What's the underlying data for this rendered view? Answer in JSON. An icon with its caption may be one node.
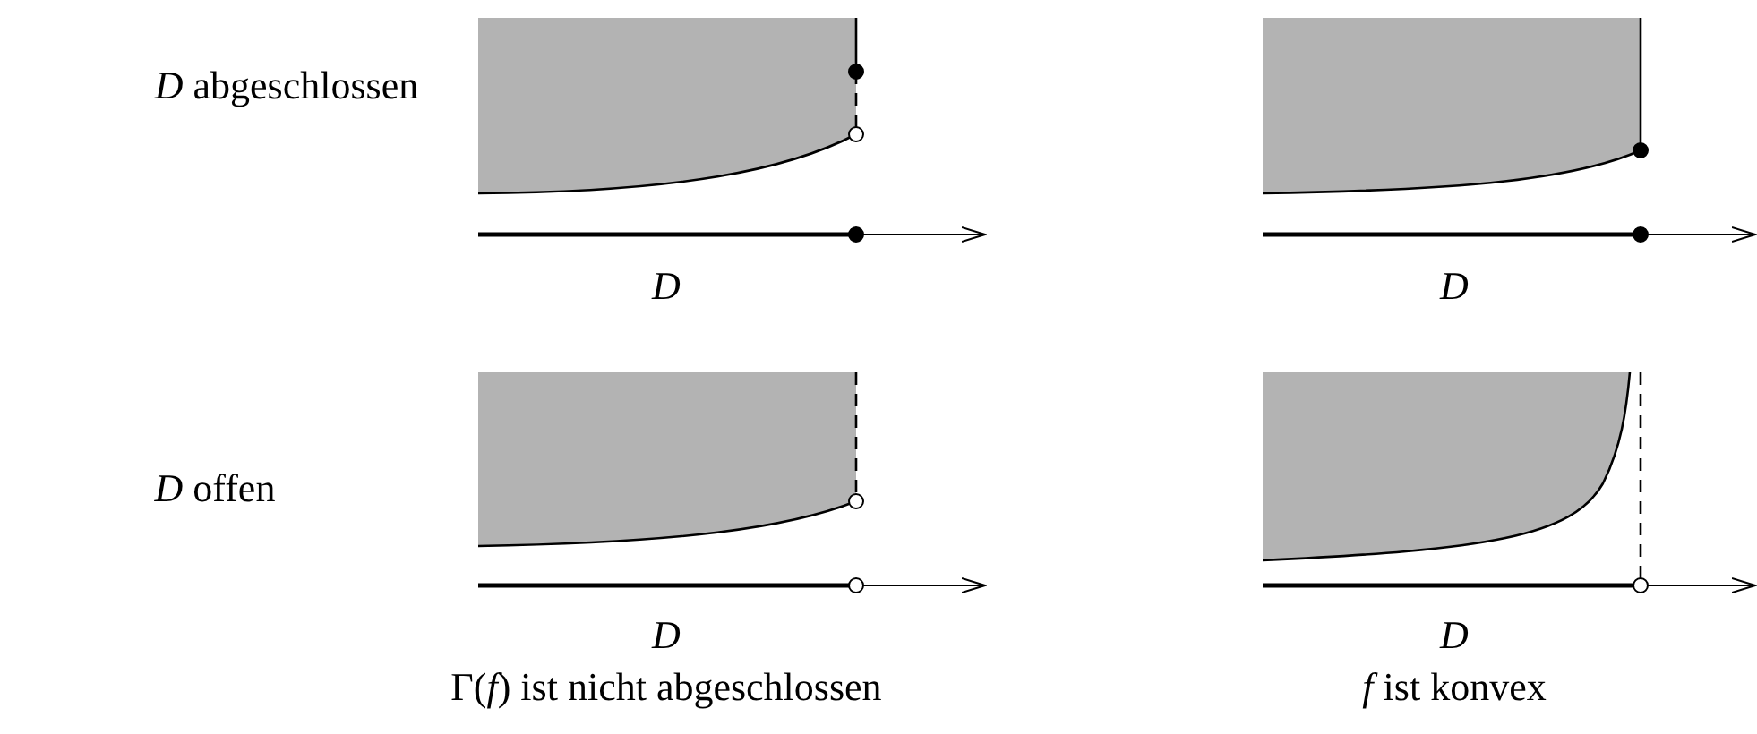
{
  "diagram": {
    "labels": [
      "*D* abgeschlossen",
      "D",
      "D",
      "*D* offen",
      "D",
      "D",
      "Γ(*f*) ist nicht abgeschlossen",
      "*f* ist konvex"
    ]
  }
}
